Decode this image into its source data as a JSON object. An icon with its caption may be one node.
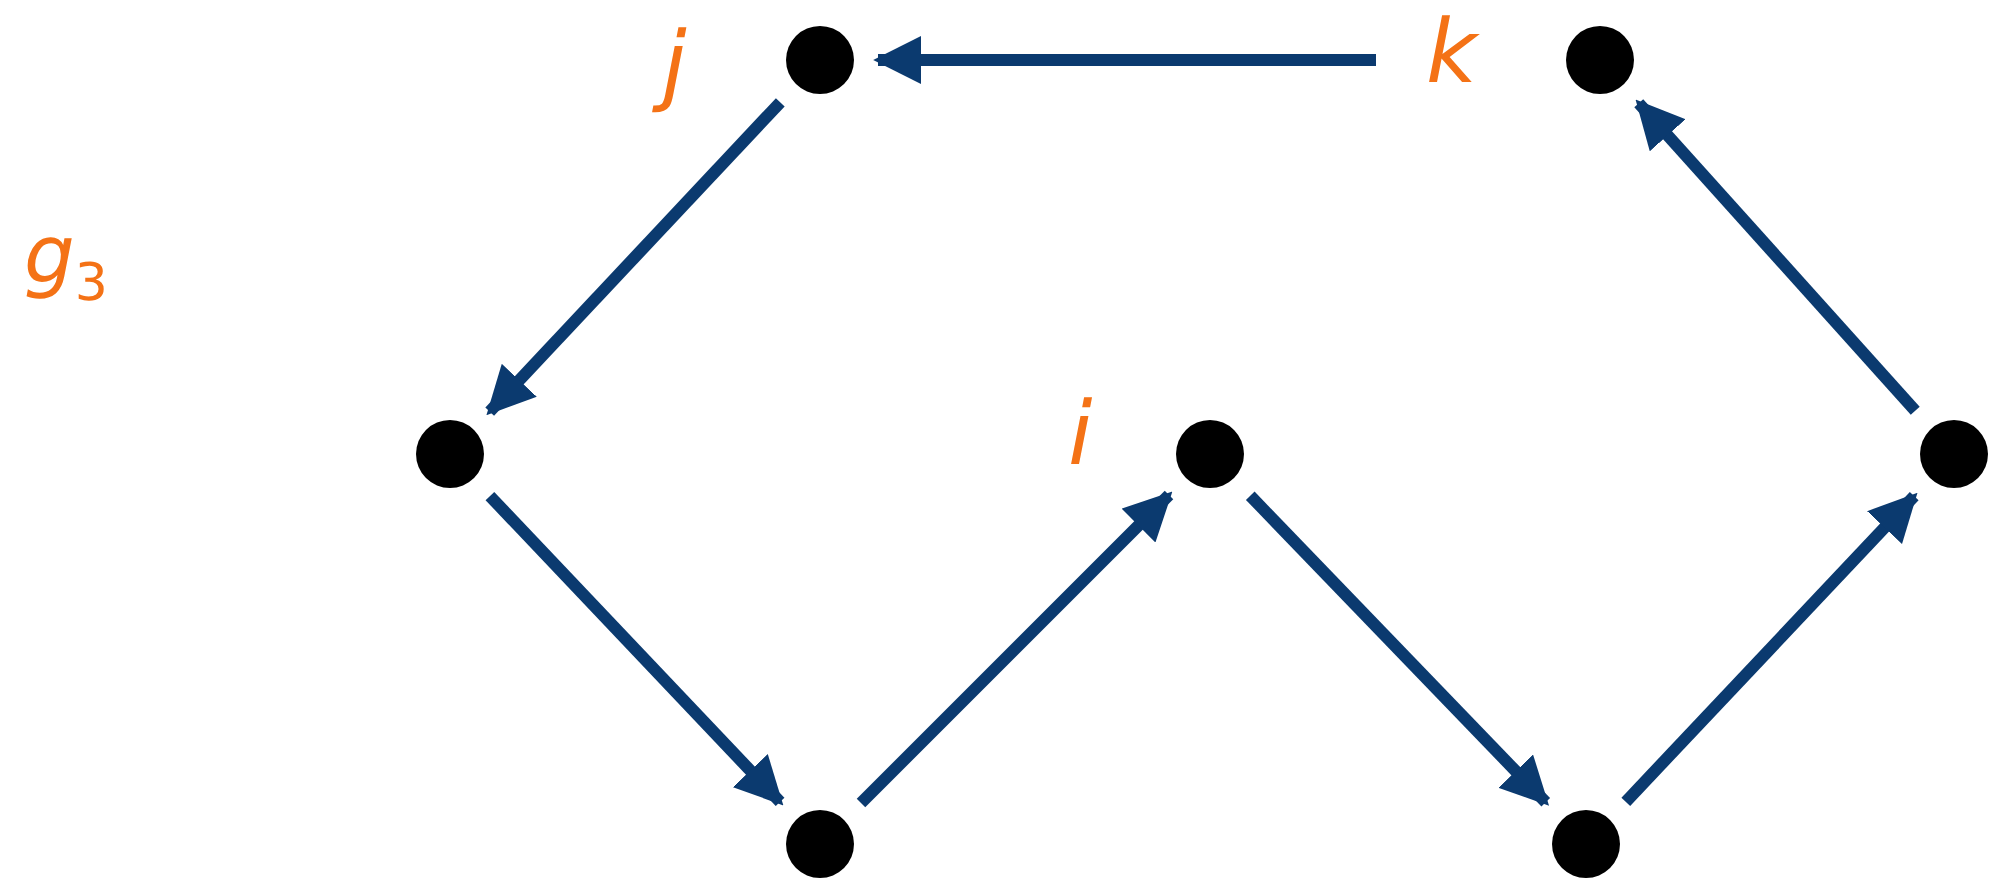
{
  "diagram": {
    "nodes": [
      {
        "text": [],
        "shape": "circle",
        "beside": [
          "j"
        ]
      },
      {
        "text": [],
        "shape": "circle",
        "beside": [
          "k"
        ]
      },
      {
        "text": [],
        "shape": "circle"
      },
      {
        "text": [],
        "shape": "circle",
        "beside": [
          "i"
        ]
      },
      {
        "text": [],
        "shape": "circle"
      },
      {
        "text": [],
        "shape": "circle"
      },
      {
        "text": [],
        "shape": "circle"
      }
    ],
    "edges": [
      {
        "from": 1,
        "to": 0,
        "arrow": "to"
      },
      {
        "from": 0,
        "to": 2,
        "arrow": "to"
      },
      {
        "from": 2,
        "to": 5,
        "arrow": "to"
      },
      {
        "from": 5,
        "to": 3,
        "arrow": "to"
      },
      {
        "from": 3,
        "to": 6,
        "arrow": "to"
      },
      {
        "from": 6,
        "to": 4,
        "arrow": "to"
      },
      {
        "from": 4,
        "to": 1,
        "arrow": "to"
      }
    ],
    "labels": [
      "g$_{3}$"
    ]
  }
}
